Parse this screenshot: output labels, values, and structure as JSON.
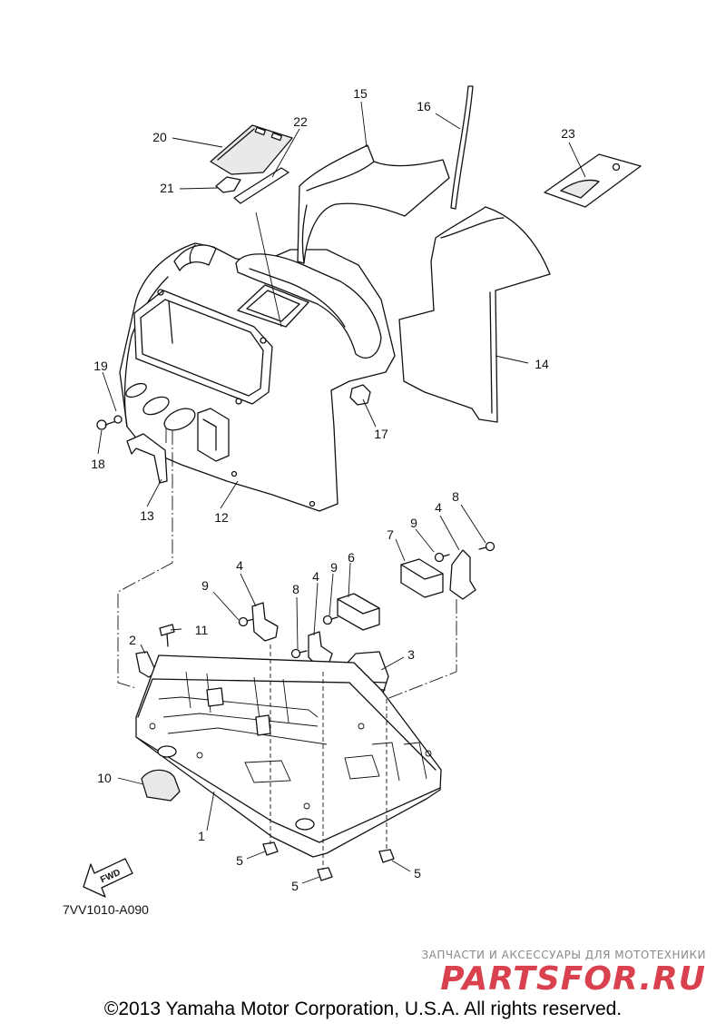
{
  "diagram": {
    "callouts": [
      {
        "id": "c1",
        "label": "1"
      },
      {
        "id": "c2",
        "label": "2"
      },
      {
        "id": "c3",
        "label": "3"
      },
      {
        "id": "c4a",
        "label": "4"
      },
      {
        "id": "c4b",
        "label": "4"
      },
      {
        "id": "c4c",
        "label": "4"
      },
      {
        "id": "c5a",
        "label": "5"
      },
      {
        "id": "c5b",
        "label": "5"
      },
      {
        "id": "c5c",
        "label": "5"
      },
      {
        "id": "c6",
        "label": "6"
      },
      {
        "id": "c7",
        "label": "7"
      },
      {
        "id": "c8a",
        "label": "8"
      },
      {
        "id": "c8b",
        "label": "8"
      },
      {
        "id": "c9a",
        "label": "9"
      },
      {
        "id": "c9b",
        "label": "9"
      },
      {
        "id": "c9c",
        "label": "9"
      },
      {
        "id": "c10",
        "label": "10"
      },
      {
        "id": "c11",
        "label": "11"
      },
      {
        "id": "c12",
        "label": "12"
      },
      {
        "id": "c13",
        "label": "13"
      },
      {
        "id": "c14",
        "label": "14"
      },
      {
        "id": "c15",
        "label": "15"
      },
      {
        "id": "c16",
        "label": "16"
      },
      {
        "id": "c17",
        "label": "17"
      },
      {
        "id": "c18",
        "label": "18"
      },
      {
        "id": "c19",
        "label": "19"
      },
      {
        "id": "c20",
        "label": "20"
      },
      {
        "id": "c21",
        "label": "21"
      },
      {
        "id": "c22",
        "label": "22"
      },
      {
        "id": "c23",
        "label": "23"
      }
    ],
    "fwd_label": "FWD",
    "drawing_code": "7VV1010-A090"
  },
  "watermark": {
    "tagline": "ЗАПЧАСТИ И АКСЕССУАРЫ ДЛЯ МОТОТЕХНИКИ",
    "logo": "PARTSFOR.RU",
    "logo_color": "#d9414e"
  },
  "copyright": "©2013 Yamaha Motor Corporation, U.S.A. All rights reserved."
}
